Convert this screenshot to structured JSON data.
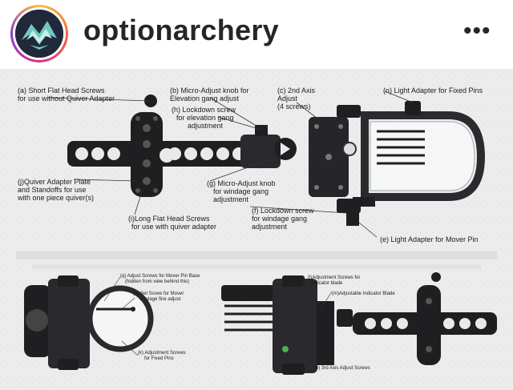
{
  "post": {
    "username": "optionarchery",
    "more_icon": "ellipsis-icon"
  },
  "figure": {
    "top_labels": {
      "a1": "(a) Short Flat Head Screws",
      "a2": "for use without Quiver Adapter",
      "b1": "(b) Micro-Adjust knob for",
      "b2": "Elevation gang adjust",
      "h1": "(h) Lockdown screw",
      "h2": "for elevation gang",
      "h3": "adjustment",
      "c1": "(c) 2nd Axis",
      "c2": "Adjust",
      "c3": "(4 screws)",
      "n1": "(n) Light Adapter for Fixed Pins",
      "j1": "(j)Quiver Adapter Plate",
      "j2": "and Standoffs for use",
      "j3": "with one piece quiver(s)",
      "g1": "(g) Micro-Adjust knob",
      "g2": "for windage gang",
      "g3": "adjustment",
      "f1": "(f) Lockdown screw",
      "f2": "for windage gang",
      "f3": "adjustment",
      "i1": "(i)Long Flat Head Screws",
      "i2": "for use with quiver adapter",
      "e1": "(e) Light Adapter for Mover Pin"
    },
    "bottom_labels": {
      "q1": "(q) Adjust Screws for Mover Pin Base",
      "q2": "(hidden from view behind this)",
      "d1": "(d) Set Screw for Mover",
      "d2": "windage fine adjust",
      "k1": "(k) Adjustment Screws",
      "k2": "for Fixed Pins",
      "l1": "(l)Adjustment Screws for",
      "l2": "Indicator blade",
      "m1": "(m)Adjustable Indicator Blade",
      "o1": "(o) 3rd Axis Adjust Screws"
    }
  }
}
